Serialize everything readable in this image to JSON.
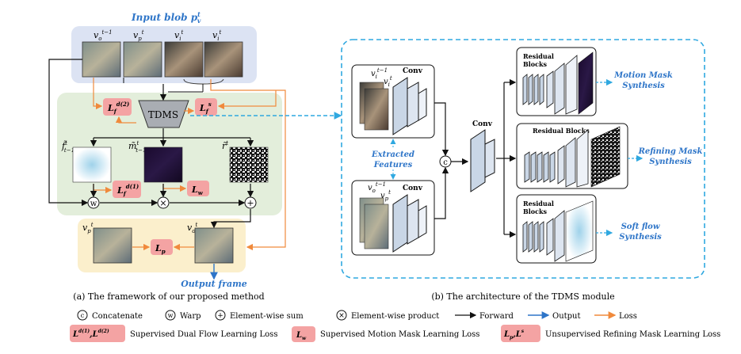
{
  "left": {
    "input_blob_label": "Input blob p",
    "input_blob_sup": "t",
    "input_blob_sub": "v",
    "frame_labels": [
      "v",
      "v",
      "v",
      "v"
    ],
    "frame_subs": [
      "o",
      "p",
      "i",
      "i"
    ],
    "frame_sups": [
      "t−1",
      "t",
      "t",
      "t"
    ],
    "tdms": "TDMS",
    "loss_f2": "L",
    "loss_f2_sup": "d(2)",
    "loss_fs": "L",
    "loss_fs_sup": "s",
    "loss_f1": "L",
    "loss_f1_sup": "d(1)",
    "loss_w": "L",
    "loss_w_sub": "w",
    "loss_p": "L",
    "loss_p_sub": "p",
    "loss_sub_f": "f",
    "flow_label": "f̃",
    "flow_sup": "t",
    "flow_sub": "t−1",
    "mask_label": "m̃",
    "mask_sup": "t",
    "mask_sub": "t−1",
    "refine_label": "r̃",
    "refine_sup": "t",
    "op_w": "w",
    "op_times": "×",
    "op_plus": "+",
    "vp_label": "v",
    "vp_sub": "p",
    "vp_sup": "t",
    "vo_label": "v",
    "vo_sub": "o",
    "vo_sup": "t",
    "output_frame": "Output frame",
    "caption": "(a) The framework of our proposed method"
  },
  "right": {
    "conv_top": "Conv",
    "conv_bottom": "Conv",
    "conv_mid": "Conv",
    "top_v1": "v",
    "top_v1_sub": "i",
    "top_v1_sup": "t−1",
    "top_v2": "v",
    "top_v2_sub": "i",
    "top_v2_sup": "t",
    "bot_v1": "v",
    "bot_v1_sub": "o",
    "bot_v1_sup": "t−1",
    "bot_v2": "v",
    "bot_v2_sub": "p",
    "bot_v2_sup": "t",
    "extracted_features": [
      "Extracted",
      "Features"
    ],
    "concat_node": "c",
    "residual_blocks": "Residual Blocks",
    "residual_top": [
      "Residual",
      "Blocks"
    ],
    "residual_bottom": [
      "Residual",
      "Blocks"
    ],
    "motion_mask": [
      "Motion Mask",
      "Synthesis"
    ],
    "refining_mask": [
      "Refining Mask",
      "Synthesis"
    ],
    "soft_flow": [
      "Soft flow",
      "Synthesis"
    ],
    "caption": "(b) The architecture of the TDMS module"
  },
  "legend": {
    "row1": [
      {
        "symbol": "c",
        "label": "Concatenate"
      },
      {
        "symbol": "w",
        "label": "Warp"
      },
      {
        "symbol": "+",
        "label": "Element-wise sum"
      },
      {
        "symbol": "×",
        "label": "Element-wise product"
      },
      {
        "label": "Forward"
      },
      {
        "label": "Output"
      },
      {
        "label": "Loss"
      }
    ],
    "row2": [
      {
        "badge": "L",
        "badge_extra": "d(1)",
        "badge2": "L",
        "badge2_extra": "d(2)",
        "label": "Supervised Dual Flow Learning Loss"
      },
      {
        "badge": "L",
        "badge_extra": "w",
        "label": "Supervised Motion Mask Learning Loss"
      },
      {
        "badge": "L",
        "badge_extra": "p",
        "badge2": "L",
        "badge2_extra": "s",
        "label": "Unsupervised Refining Mask Learning Loss"
      }
    ]
  },
  "colors": {
    "blue_bg": "#dce3f3",
    "green_bg": "#e3eedb",
    "yellow_bg": "#fbefcc",
    "loss_fill": "#f4a3a3",
    "orange": "#f08a3c",
    "blue_arrow": "#2e75c8",
    "dashed_blue": "#2fa8e0"
  }
}
